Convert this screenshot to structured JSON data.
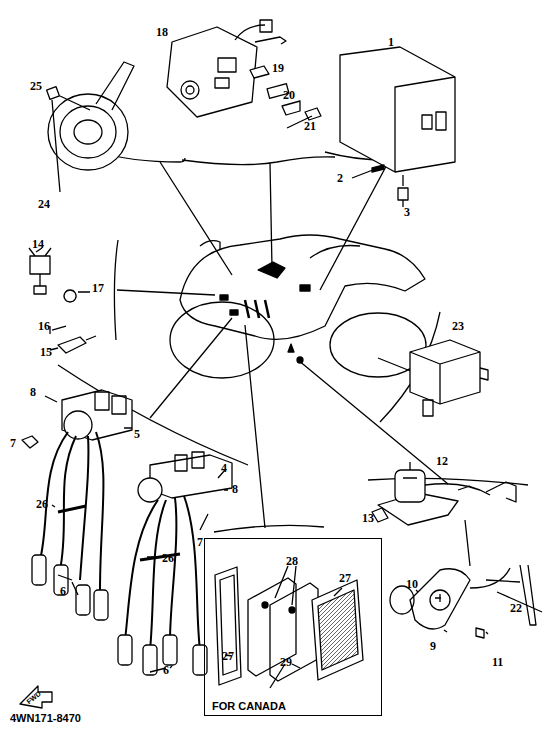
{
  "diagram": {
    "nodes": [
      {
        "text": [
          "FOR CANADA"
        ]
      }
    ],
    "labels": [
      "1",
      "2",
      "3",
      "4",
      "5",
      "6",
      "6",
      "7",
      "7",
      "8",
      "8",
      "9",
      "10",
      "11",
      "12",
      "13",
      "14",
      "15",
      "16",
      "17",
      "18",
      "19",
      "20",
      "21",
      "22",
      "23",
      "24",
      "25",
      "26",
      "26",
      "27",
      "27",
      "28",
      "29",
      "FWD",
      "4WN171-8470"
    ]
  }
}
